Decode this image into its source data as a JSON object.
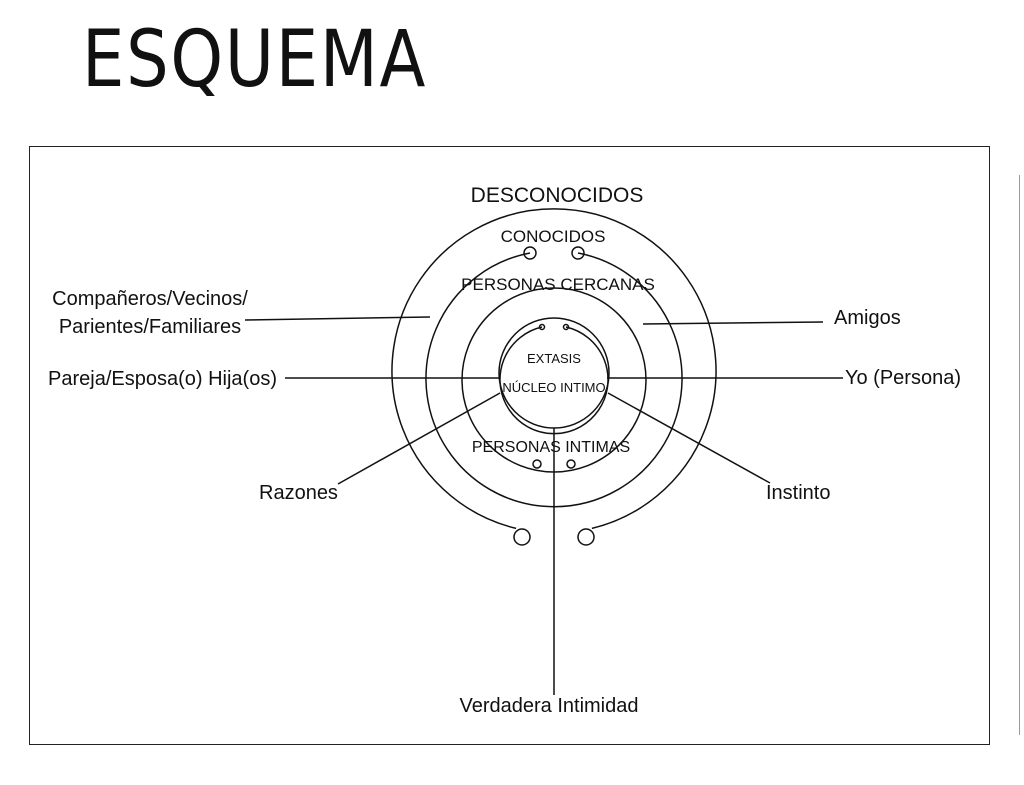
{
  "title": "ESQUEMA",
  "labels": {
    "desconocidos": "DESCONOCIDOS",
    "conocidos": "CONOCIDOS",
    "personas_cercanas": "PERSONAS CERCANAS",
    "extasis": "EXTASIS",
    "nucleo_intimo": "NÚCLEO INTIMO",
    "personas_intimas": "PERSONAS INTIMAS",
    "companeros_line1": "Compañeros/Vecinos/",
    "companeros_line2": "Parientes/Familiares",
    "amigos": "Amigos",
    "pareja": "Pareja/Esposa(o) Hija(os)",
    "yo": "Yo (Persona)",
    "razones": "Razones",
    "instinto": "Instinto",
    "verdadera_intimidad": "Verdadera Intimidad"
  },
  "colors": {
    "ink": "#111111",
    "background": "#ffffff"
  }
}
